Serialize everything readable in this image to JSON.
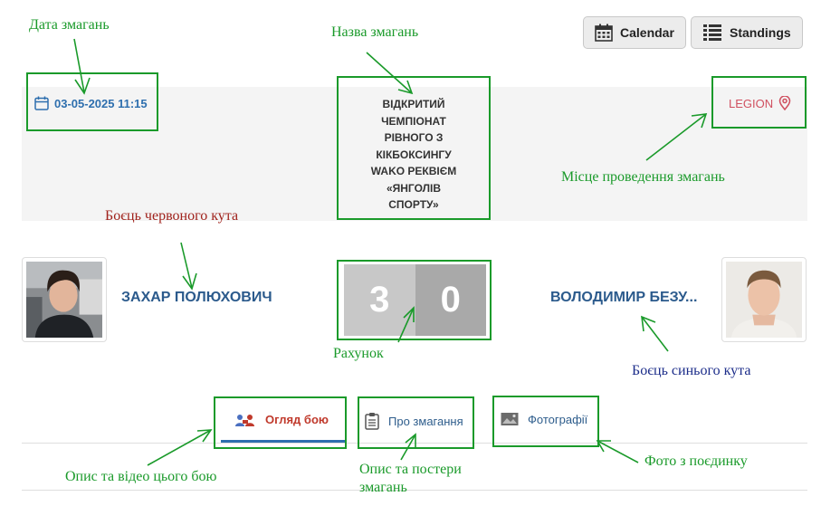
{
  "toolbar": {
    "calendar_label": "Calendar",
    "standings_label": "Standings"
  },
  "event": {
    "date": "03-05-2025 11:15",
    "title_lines": [
      "ВІДКРИТИЙ",
      "ЧЕМПІОНАТ",
      "РІВНОГО З",
      "КІКБОКСИНГУ",
      "WAKO РЕКВІЄМ",
      "«ЯНГОЛІВ",
      "СПОРТУ»"
    ],
    "venue": "LEGION"
  },
  "fight": {
    "red_name": "ЗАХАР ПОЛЮХОВИЧ",
    "blue_name": "ВОЛОДИМИР БЕЗУ...",
    "red_score": "3",
    "blue_score": "0"
  },
  "tabs": [
    {
      "label": "Огляд бою",
      "active": true
    },
    {
      "label": "Про змагання",
      "active": false
    },
    {
      "label": "Фотографії",
      "active": false
    }
  ],
  "annotations": {
    "date": "Дата змагань",
    "title": "Назва змагань",
    "venue": "Місце проведення змагань",
    "red_fighter": "Боєць червоного кута",
    "score": "Рахунок",
    "blue_fighter": "Боєць синього кута",
    "tab_overview": "Опис та відео цього бою",
    "tab_about_line1": "Опис та постери",
    "tab_about_line2": "змагань",
    "tab_photos": "Фото з поєдинку"
  },
  "colors": {
    "accent_blue": "#2e6fae",
    "accent_red": "#c0392b",
    "annotation_green": "#1a9a2a"
  }
}
